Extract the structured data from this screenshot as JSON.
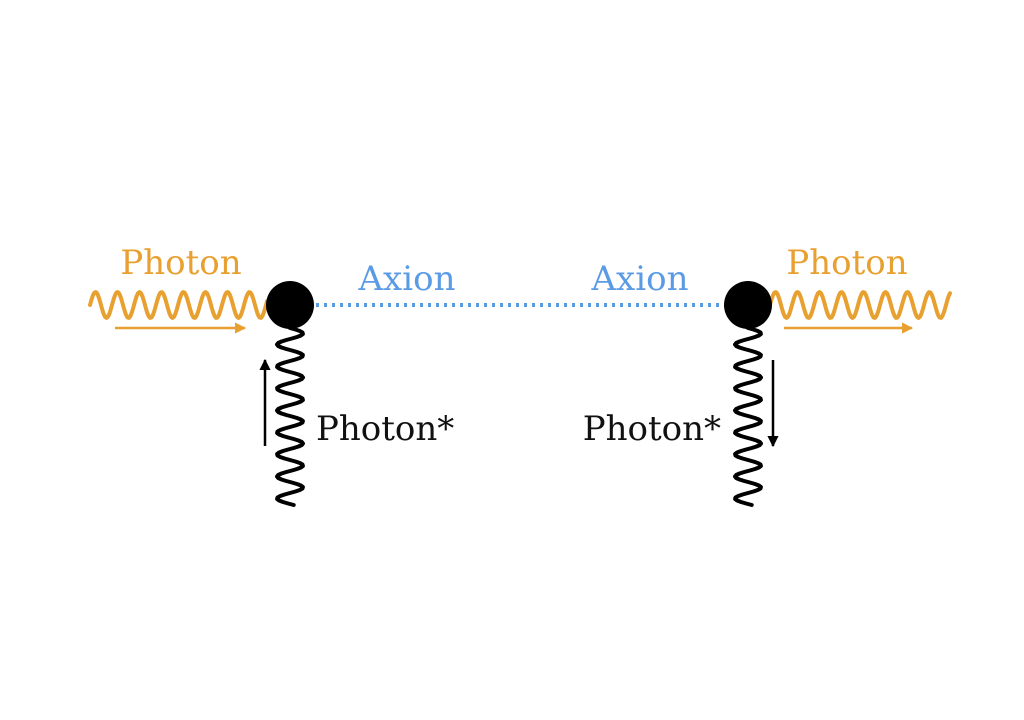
{
  "labels": {
    "photon_in": "Photon",
    "photon_out": "Photon",
    "axion_left": "Axion",
    "axion_right": "Axion",
    "photon_star_left": "Photon*",
    "photon_star_right": "Photon*"
  },
  "colors": {
    "photon": "#e8a030",
    "axion": "#5b9be6",
    "virtual_photon": "#000000",
    "vertex": "#000000",
    "arrow": "#000000"
  }
}
